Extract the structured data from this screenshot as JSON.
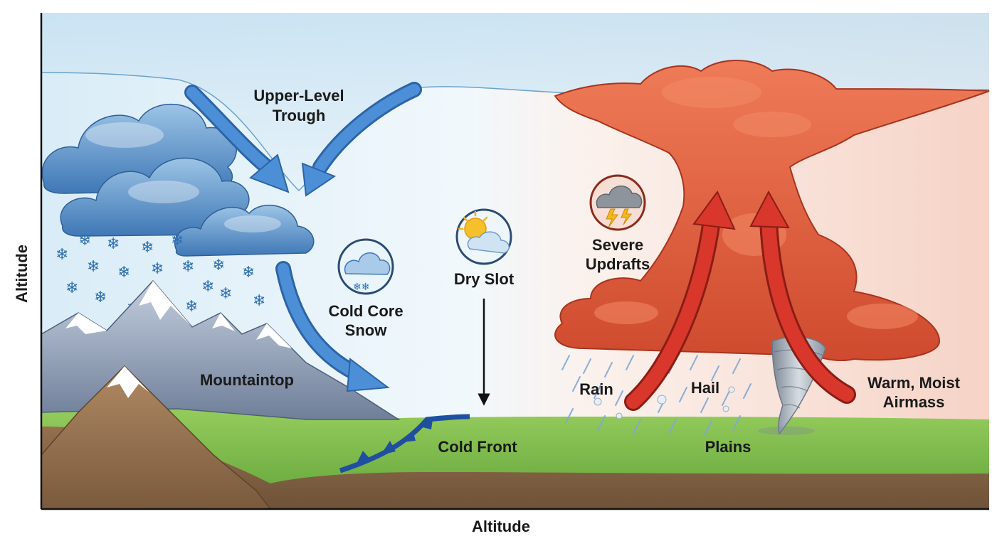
{
  "axes": {
    "x_label": "Altitude",
    "y_label": "Altitude"
  },
  "labels": {
    "trough_line1": "Upper-Level",
    "trough_line2": "Trough",
    "cold_core_line1": "Cold Core",
    "cold_core_line2": "Snow",
    "dry_slot": "Dry Slot",
    "updrafts_line1": "Severe",
    "updrafts_line2": "Updrafts",
    "mountaintop": "Mountaintop",
    "rain": "Rain",
    "hail": "Hail",
    "warm_line1": "Warm, Moist",
    "warm_line2": "Airmass",
    "cold_front": "Cold Front",
    "plains": "Plains"
  },
  "icons": {
    "cold_core": "snow-cloud-icon",
    "dry_slot": "partly-sunny-icon",
    "updrafts": "thunderstorm-icon"
  },
  "colors": {
    "cold_arrow": "#3a7cc8",
    "warm_arrow": "#d9372b",
    "storm_cloud": "#e0603f",
    "snow_cloud": "#5b8fc6",
    "front": "#1f4fa0",
    "grass": "#7fbf4c",
    "soil": "#8a6a4a"
  }
}
